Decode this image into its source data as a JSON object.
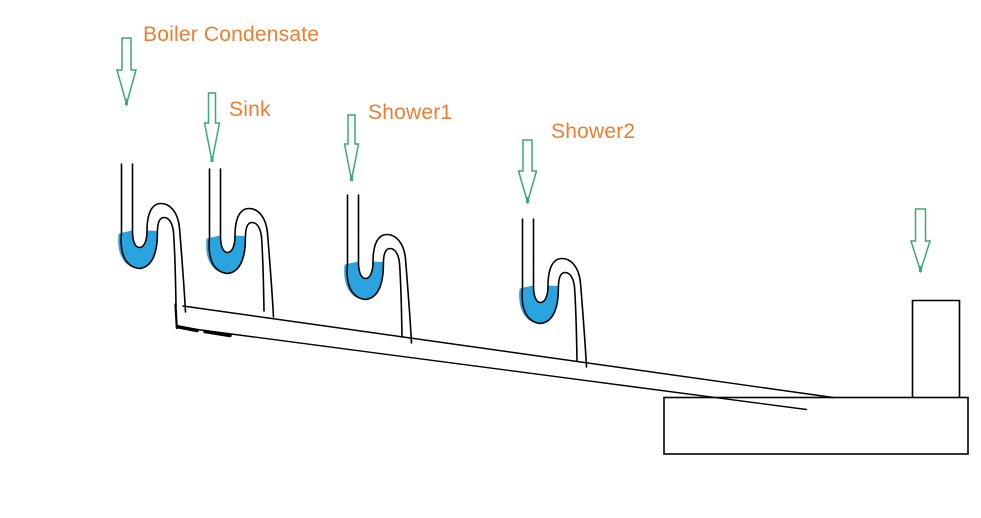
{
  "diagram": {
    "type": "hand-drawn plumbing drainage schematic with P-traps",
    "fixtures": [
      {
        "id": "boiler-condensate",
        "label": "Boiler Condensate",
        "trap_water": true
      },
      {
        "id": "sink",
        "label": "Sink",
        "trap_water": true
      },
      {
        "id": "shower1",
        "label": "Shower1",
        "trap_water": true
      },
      {
        "id": "shower2",
        "label": "Shower2",
        "trap_water": true
      }
    ],
    "right_inlet": {
      "label": "",
      "has_arrow": true,
      "connects_to": "sewer box"
    },
    "drain": {
      "sloped": true,
      "direction": "down to the right"
    }
  },
  "colors": {
    "label-text": "#ED7D31",
    "arrow-green": "#3BAA6F",
    "water-blue": "#29A4DE",
    "line-black": "#000000",
    "background": "#FFFFFF"
  }
}
